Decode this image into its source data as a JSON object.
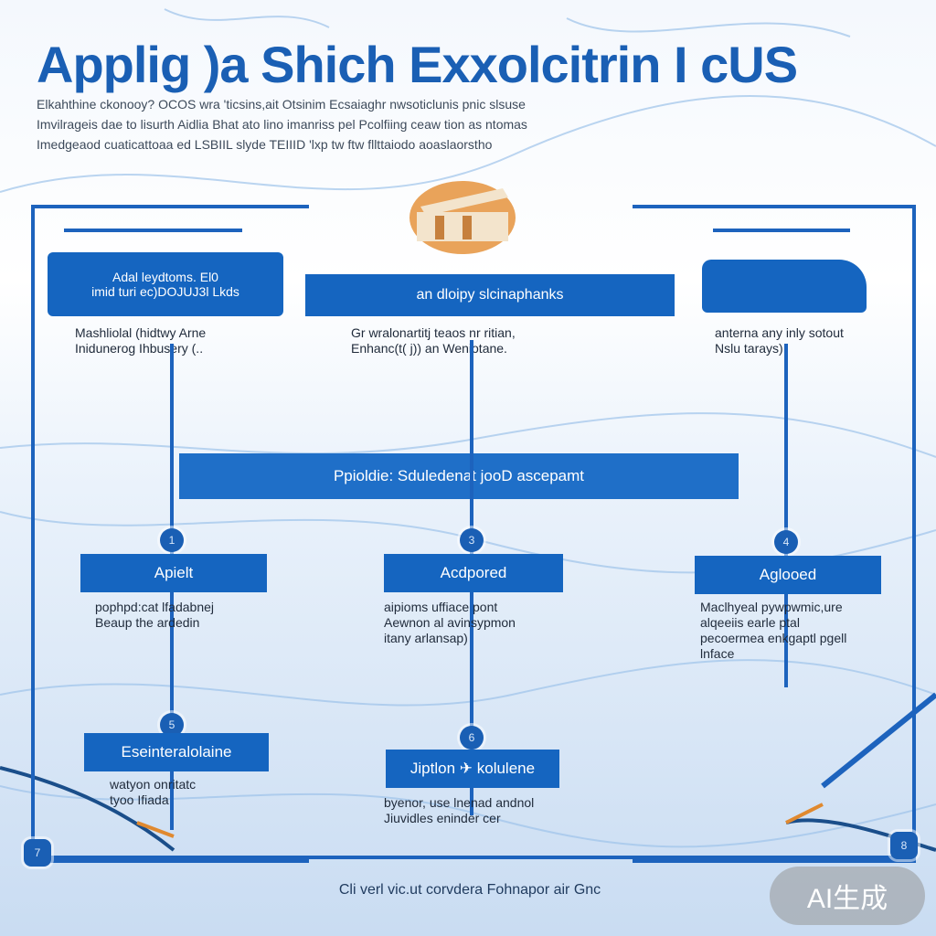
{
  "header": {
    "title": "Applig )a Shich Exxolcitrin I cUS",
    "subtitle_lines": [
      "Elkahthine ckonooy?   OCOS   wra 'ticsins,ait Otsinim   Ecsaiaghr nwsoticlunis pnic slsuse",
      "Imvilrageis dae to lisurth Aidlia Bhat ato lino imanriss pel   Pcolfiing ceaw tion as ntomas",
      "Imedgeaod cuaticattoaa ed LSBIIL slyde TEIIID   'lxp tw ftw fllttaiodo aoaslaorstho"
    ]
  },
  "flow": {
    "top_left_box": [
      "Adal leydtoms.  El0",
      "imid turi  ec)DOJUJ3l Lkds"
    ],
    "top_banner": "an dloipy slcinaphanks",
    "top_left_notes": [
      "Mashliolal   (hidtwy Arne",
      "Inidunerog   Ihbusery (.."
    ],
    "top_center_notes": [
      "Gr wralonartitj   teaos nr ritian,",
      "Enhanc(t( j))      an Weniotane."
    ],
    "top_right_notes": [
      "anterna   any inly sotout",
      "Nslu   tarays)"
    ],
    "middle_banner": "Ppioldie: Sduledenat jooD ascepamt",
    "level2_boxes": [
      {
        "label": "Apielt",
        "notes": [
          "pophpd:cat   lfadabnej",
          "Beaup the   ardedin"
        ],
        "marker": "1"
      },
      {
        "label": "Acdpored",
        "notes": [
          "aipioms   uffiace pont",
          "Aewnon al   avinsypmon",
          "itany   arlansap)"
        ],
        "marker": "3"
      },
      {
        "label": "Aglooed",
        "notes": [
          "Maclhyeal   pywpwmic,ure",
          "alqeeiis   earle ptal",
          "pecoermea   enkgaptl pgell",
          "lnface"
        ],
        "marker": "4"
      }
    ],
    "level3_boxes": [
      {
        "label": "Eseinteralolaine",
        "notes": [
          "watyon   onritatc",
          "tyoo   Ifiada"
        ],
        "marker": "5"
      },
      {
        "label": "Jiptlon ✈ kolulene",
        "notes": [
          "byenor, use   lnenad andnol",
          "Jiuvidles   eninder cer"
        ],
        "marker": "6"
      }
    ],
    "footer_banner": "Cli verl vic.ut corvdera Fohnapor air Gnc",
    "corner_markers": [
      "7",
      "8"
    ]
  },
  "watermark": "AI生成",
  "colors": {
    "accent": "#1565c0",
    "frame": "#1d63bd",
    "title": "#1a5fb4"
  }
}
